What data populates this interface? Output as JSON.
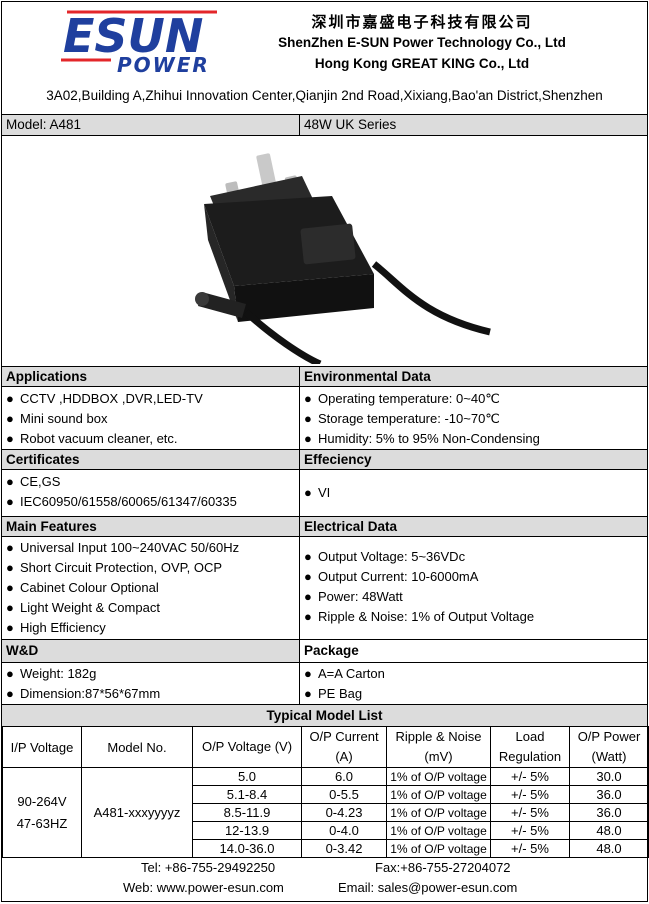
{
  "header": {
    "logo_top": "ESUN",
    "logo_bottom": "POWER",
    "company_cn": "深圳市嘉盛电子科技有限公司",
    "company_en_1": "ShenZhen E-SUN Power Technology Co., Ltd",
    "company_en_2": "Hong Kong GREAT KING Co., Ltd",
    "address": "3A02,Building A,Zhihui Innovation Center,Qianjin 2nd Road,Xixiang,Bao'an District,Shenzhen"
  },
  "model_bar": {
    "model": "Model: A481",
    "series": "48W UK Series"
  },
  "sections": {
    "applications": {
      "title": "Applications",
      "items": [
        "CCTV ,HDDBOX ,DVR,LED-TV",
        "Mini sound box",
        "Robot vacuum cleaner, etc."
      ]
    },
    "environmental": {
      "title": "Environmental Data",
      "items": [
        "Operating temperature: 0~40℃",
        "Storage temperature: -10~70℃",
        "Humidity: 5% to 95% Non-Condensing"
      ]
    },
    "certificates": {
      "title": "Certificates",
      "items": [
        "CE,GS",
        "IEC60950/61558/60065/61347/60335"
      ]
    },
    "efficiency": {
      "title": "Effeciency",
      "items": [
        "VI"
      ]
    },
    "features": {
      "title": "Main Features",
      "items": [
        "Universal Input 100~240VAC  50/60Hz",
        "Short Circuit Protection, OVP, OCP",
        "Cabinet Colour Optional",
        "Light Weight & Compact",
        "High Efficiency"
      ]
    },
    "electrical": {
      "title": "Electrical Data",
      "items": [
        "Output Voltage: 5~36VDc",
        "Output Current: 10-6000mA",
        "Power: 48Watt",
        "Ripple & Noise: 1% of Output Voltage"
      ]
    },
    "wd": {
      "title": "W&D",
      "items": [
        "Weight: 182g",
        "Dimension:87*56*67mm"
      ]
    },
    "package": {
      "title": "Package",
      "items": [
        "A=A Carton",
        "PE Bag"
      ]
    }
  },
  "bullet": "●",
  "table": {
    "title": "Typical Model List",
    "headers": [
      "I/P Voltage",
      "Model No.",
      "O/P Voltage (V)",
      "O/P Current (A)",
      "Ripple & Noise (mV)",
      "Load Regulation",
      "O/P Power (Watt)"
    ],
    "ip_voltage_1": "90-264V",
    "ip_voltage_2": "47-63HZ",
    "model_no": "A481-xxxyyyyz",
    "rows": [
      [
        "5.0",
        "6.0",
        "1% of O/P voltage",
        "+/- 5%",
        "30.0"
      ],
      [
        "5.1-8.4",
        "0-5.5",
        "1% of O/P voltage",
        "+/- 5%",
        "36.0"
      ],
      [
        "8.5-11.9",
        "0-4.23",
        "1% of O/P voltage",
        "+/- 5%",
        "36.0"
      ],
      [
        "12-13.9",
        "0-4.0",
        "1% of O/P voltage",
        "+/- 5%",
        "48.0"
      ],
      [
        "14.0-36.0",
        "0-3.42",
        "1% of O/P voltage",
        "+/- 5%",
        "48.0"
      ]
    ]
  },
  "footer": {
    "tel": "Tel: +86-755-29492250",
    "fax": "Fax:+86-755-27204072",
    "web": "Web:  www.power-esun.com",
    "email": "Email: sales@power-esun.com"
  },
  "colors": {
    "logo_blue": "#1f3f9e",
    "logo_red": "#e3262a",
    "section_gray": "#dcdcdc"
  }
}
